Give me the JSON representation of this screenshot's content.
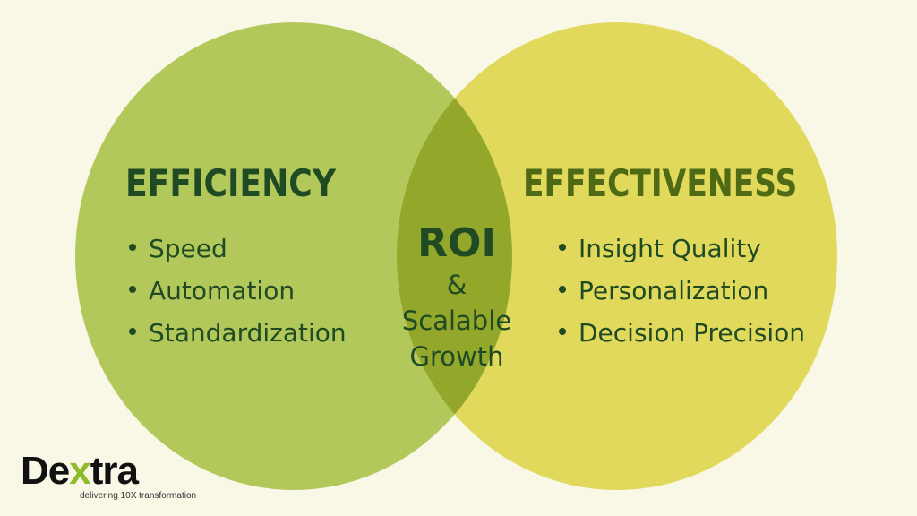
{
  "diagram": {
    "type": "venn",
    "colors": {
      "background": "#f9f7e6",
      "left_circle": "#b3c85a",
      "right_circle": "#e1d95b",
      "overlap": "#93a82a",
      "text_dark": "#1f4a23",
      "text_right_title": "#4e6a15"
    },
    "left": {
      "title": "EFFICIENCY",
      "items": [
        "Speed",
        "Automation",
        "Standardization"
      ]
    },
    "right": {
      "title": "EFFECTIVENESS",
      "items": [
        "Insight Quality",
        "Personalization",
        "Decision Precision"
      ]
    },
    "overlap": {
      "title": "ROI",
      "line2": "&",
      "line3": "Scalable",
      "line4": "Growth"
    }
  },
  "logo": {
    "word_part1": "De",
    "word_x": "x",
    "word_part2": "tra",
    "tagline": "delivering 10X transformation"
  }
}
